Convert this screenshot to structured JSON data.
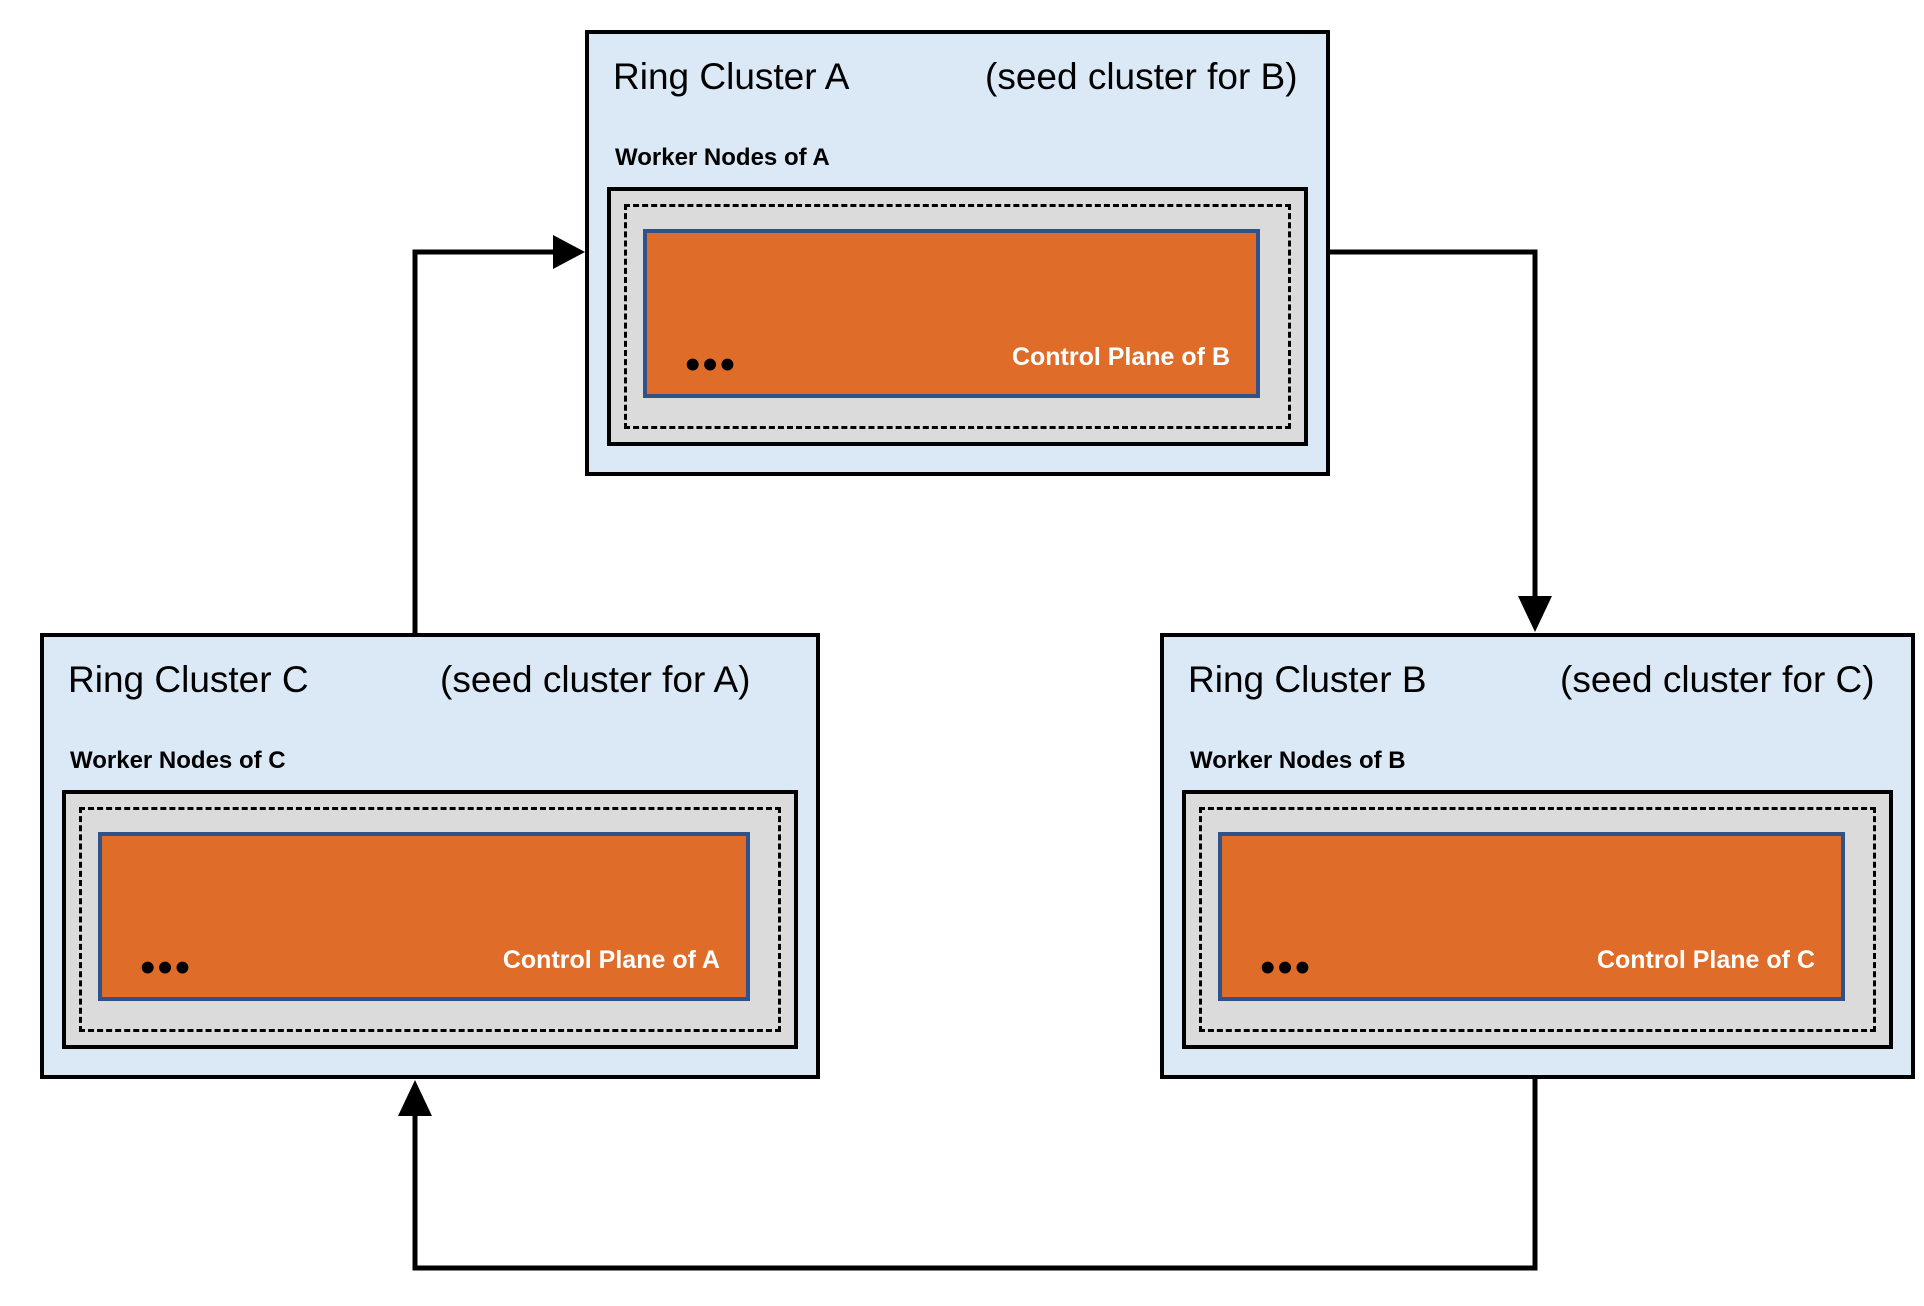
{
  "clusters": [
    {
      "id": "A",
      "title": "Ring Cluster A",
      "seed_note": "(seed cluster for B)",
      "worker_label": "Worker Nodes of A",
      "control_plane_label": "Control Plane of B",
      "dots": "•••"
    },
    {
      "id": "C",
      "title": "Ring Cluster C",
      "seed_note": "(seed cluster for A)",
      "worker_label": "Worker Nodes of C",
      "control_plane_label": "Control Plane of A",
      "dots": "•••"
    },
    {
      "id": "B",
      "title": "Ring Cluster B",
      "seed_note": "(seed cluster for C)",
      "worker_label": "Worker Nodes of B",
      "control_plane_label": "Control Plane of C",
      "dots": "•••"
    }
  ],
  "relations": [
    {
      "from": "Ring Cluster C",
      "to": "Ring Cluster A"
    },
    {
      "from": "Ring Cluster A",
      "to": "Ring Cluster B"
    },
    {
      "from": "Ring Cluster B",
      "to": "Ring Cluster C"
    }
  ],
  "colors": {
    "cluster-bg": "#dbe8f5",
    "cluster-border": "#000000",
    "worker-bg": "#dbdbdb",
    "worker-border": "#000000",
    "dashed-border": "#000000",
    "control-bg": "#e06c29",
    "control-border": "#2f5388",
    "control-text": "#ffffff",
    "arrow": "#000000",
    "title-text": "#000000"
  }
}
